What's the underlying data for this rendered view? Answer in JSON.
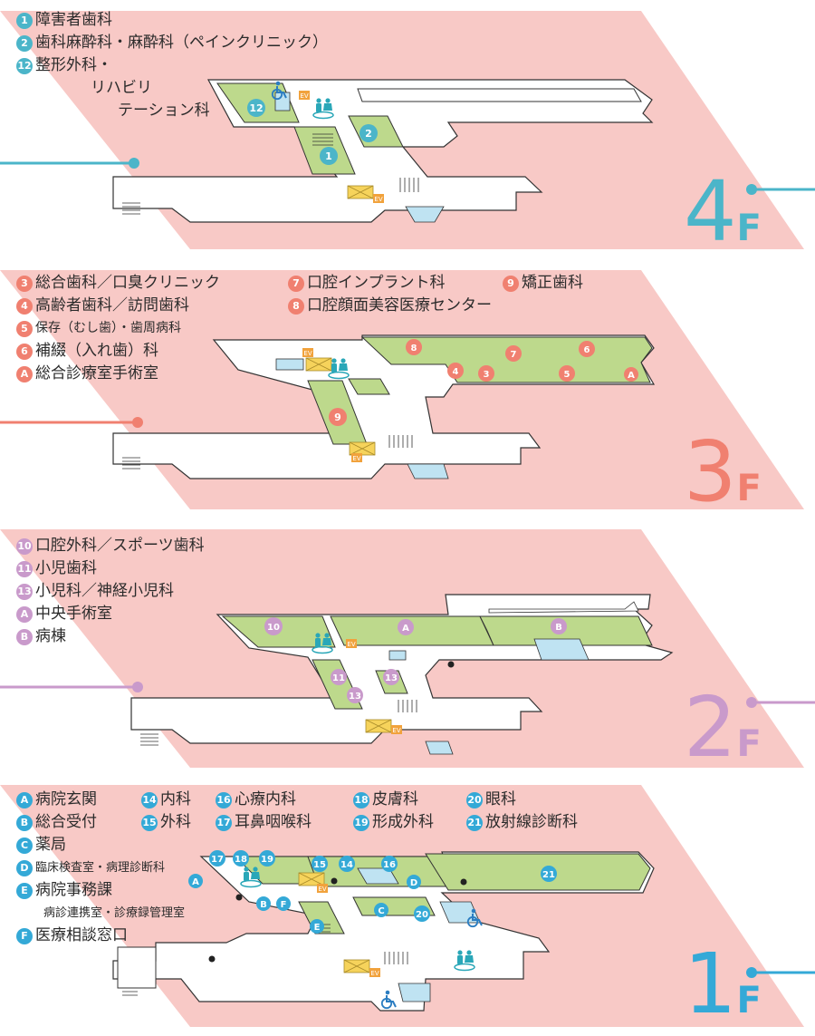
{
  "colors": {
    "floor_bg": "#f8c9c6",
    "room_green": "#bdd98c",
    "corridor_white": "#ffffff",
    "blue_room": "#bfe3f2",
    "f4_accent": "#4bb5c9",
    "f3_accent": "#f08070",
    "f2_accent": "#c99acb",
    "f1_accent": "#34a9d7",
    "elevator": "#f1a23c"
  },
  "floors": [
    {
      "id": "4F",
      "number": "4",
      "unit": "F",
      "legend": [
        {
          "badge": "1",
          "text": "障害者歯科"
        },
        {
          "badge": "2",
          "text": "歯科麻酔科・麻酔科（ペインクリニック）"
        },
        {
          "badge": "12",
          "text": "整形外科・"
        },
        {
          "badge": "",
          "text": "リハビリ"
        },
        {
          "badge": "",
          "text": "テーション科"
        }
      ],
      "markers": [
        "12",
        "1",
        "2"
      ],
      "ev": "EV"
    },
    {
      "id": "3F",
      "number": "3",
      "unit": "F",
      "legend": [
        {
          "badge": "3",
          "text": "総合歯科／口臭クリニック"
        },
        {
          "badge": "4",
          "text": "高齢者歯科／訪問歯科"
        },
        {
          "badge": "5",
          "text": "保存（むし歯）・歯周病科"
        },
        {
          "badge": "6",
          "text": "補綴（入れ歯）科"
        },
        {
          "badge": "A",
          "text": "総合診療室手術室"
        }
      ],
      "legend_col2": [
        {
          "badge": "7",
          "text": "口腔インプラント科"
        },
        {
          "badge": "8",
          "text": "口腔顔面美容医療センター"
        }
      ],
      "legend_col3": [
        {
          "badge": "9",
          "text": "矯正歯科"
        }
      ],
      "markers": [
        "8",
        "7",
        "6",
        "4",
        "3",
        "5",
        "A",
        "9"
      ],
      "ev": "EV"
    },
    {
      "id": "2F",
      "number": "2",
      "unit": "F",
      "legend": [
        {
          "badge": "10",
          "text": "口腔外科／スポーツ歯科"
        },
        {
          "badge": "11",
          "text": "小児歯科"
        },
        {
          "badge": "13",
          "text": "小児科／神経小児科"
        },
        {
          "badge": "A",
          "text": "中央手術室"
        },
        {
          "badge": "B",
          "text": "病棟"
        }
      ],
      "markers": [
        "10",
        "A",
        "B",
        "11",
        "13",
        "13"
      ],
      "ev": "EV"
    },
    {
      "id": "1F",
      "number": "1",
      "unit": "F",
      "legend": [
        {
          "badge": "A",
          "text": "病院玄関"
        },
        {
          "badge": "B",
          "text": "総合受付"
        },
        {
          "badge": "C",
          "text": "薬局"
        },
        {
          "badge": "D",
          "text": "臨床検査室・病理診断科"
        },
        {
          "badge": "E",
          "text": "病院事務課"
        },
        {
          "badge": "",
          "text": "病診連携室・診療録管理室"
        },
        {
          "badge": "F",
          "text": "医療相談窓口"
        }
      ],
      "legend_col2": [
        {
          "badge": "14",
          "text": "内科"
        },
        {
          "badge": "15",
          "text": "外科"
        }
      ],
      "legend_col3": [
        {
          "badge": "16",
          "text": "心療内科"
        },
        {
          "badge": "17",
          "text": "耳鼻咽喉科"
        }
      ],
      "legend_col4": [
        {
          "badge": "18",
          "text": "皮膚科"
        },
        {
          "badge": "19",
          "text": "形成外科"
        }
      ],
      "legend_col5": [
        {
          "badge": "20",
          "text": "眼科"
        },
        {
          "badge": "21",
          "text": "放射線診断科"
        }
      ],
      "markers": [
        "17",
        "18",
        "19",
        "15",
        "14",
        "16",
        "21",
        "A",
        "D",
        "B",
        "F",
        "C",
        "20",
        "E"
      ],
      "ev": "EV"
    }
  ]
}
